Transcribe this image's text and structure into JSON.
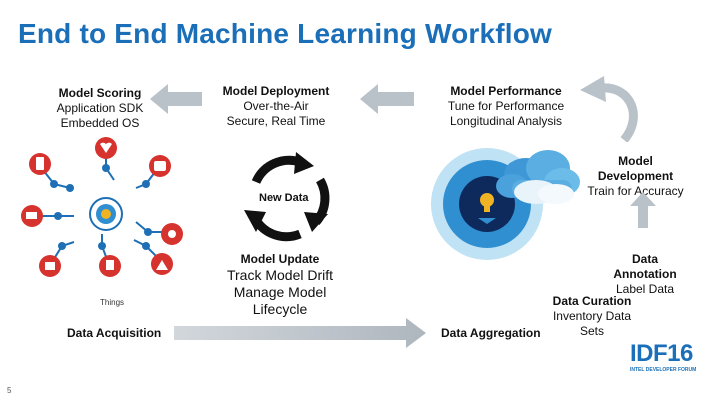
{
  "title": "End to End Machine Learning Workflow",
  "model_scoring": {
    "heading": "Model Scoring",
    "lines": [
      "Application SDK",
      "Embedded OS"
    ]
  },
  "model_deployment": {
    "heading": "Model Deployment",
    "lines": [
      "Over-the-Air",
      "Secure, Real Time"
    ]
  },
  "model_performance": {
    "heading": "Model Performance",
    "lines": [
      "Tune for Performance",
      "Longitudinal Analysis"
    ]
  },
  "model_development": {
    "heading_1": "Model",
    "heading_2": "Development",
    "line": "Train for Accuracy"
  },
  "data_annotation": {
    "heading_1": "Data",
    "heading_2": "Annotation",
    "line": "Label Data"
  },
  "data_curation": {
    "heading": "Data Curation",
    "line_1": "Inventory Data",
    "line_2": "Sets"
  },
  "model_update": {
    "heading": "Model Update",
    "lines": [
      "Track Model Drift",
      "Manage Model",
      "Lifecycle"
    ]
  },
  "cycle_label": "New Data",
  "things_label": "Things",
  "data_acquisition": "Data Acquisition",
  "data_aggregation": "Data Aggregation",
  "logo": {
    "text": "IDF16",
    "subtext": "INTEL DEVELOPER FORUM"
  },
  "page_number": "5",
  "colors": {
    "title": "#1a6fb8",
    "arrow": "#b9c1c9",
    "hub_red": "#d6322e",
    "hub_blue": "#1e6fb5",
    "circle_outer": "#2f8fd0",
    "circle_inner": "#0e2a5c"
  }
}
